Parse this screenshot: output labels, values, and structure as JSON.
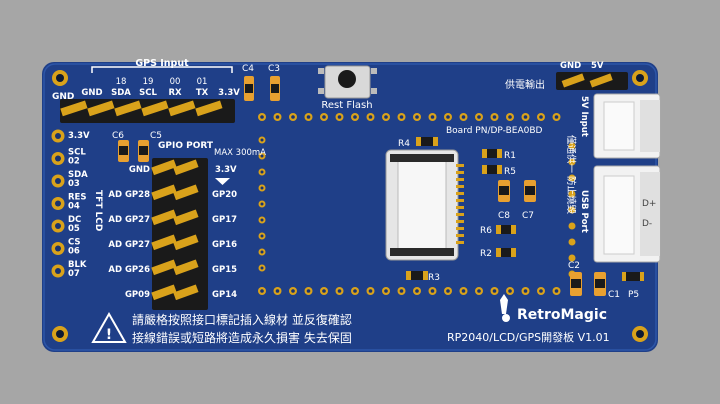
{
  "board": {
    "colors": {
      "background": "#a6a6a6",
      "pcb": "#1f3f88",
      "pcb_dark": "#183370",
      "silk": "#ffffff",
      "gold": "#d9a21b",
      "pin_black": "#1a1a1a",
      "connector_white": "#f2f2f2",
      "smd_orange": "#e8a030"
    },
    "brand": "RetroMagic",
    "title": "RP2040/LCD/GPS開發板 V1.01",
    "board_pn": "Board PN/DP-BEA0BD",
    "warning_line1": "請嚴格按照接口標記插入線材 並反復確認",
    "warning_line2": "接線錯誤或短路將造成永久損害 失去保固"
  },
  "gps": {
    "title": "GPS Input",
    "gnd_label": "GND",
    "pins": [
      {
        "num": "",
        "name": "GND"
      },
      {
        "num": "18",
        "name": "SDA"
      },
      {
        "num": "19",
        "name": "SCL"
      },
      {
        "num": "00",
        "name": "RX"
      },
      {
        "num": "01",
        "name": "TX"
      },
      {
        "num": "",
        "name": "3.3V"
      }
    ]
  },
  "caps_top": {
    "c4": "C4",
    "c3": "C3"
  },
  "button": {
    "label": "Rest Flash"
  },
  "power_out": {
    "title": "供電輸出",
    "gnd": "GND",
    "v5": "5V"
  },
  "tft": {
    "title": "TFT LCD",
    "pins": [
      "3.3V",
      "SCL\n02",
      "SDA\n03",
      "RES\n04",
      "DC\n05",
      "CS\n06",
      "BLK\n07"
    ]
  },
  "gpio": {
    "title": "GPIO PORT",
    "max": "MAX 300mA",
    "v33": "3.3V",
    "c6": "C6",
    "c5": "C5",
    "left": [
      "GND",
      "AD GP28",
      "AD GP27",
      "AD GP27",
      "AD GP26",
      "GP09"
    ],
    "right": [
      "GP20",
      "GP17",
      "GP16",
      "GP15",
      "GP14"
    ]
  },
  "parts": {
    "r1": "R1",
    "r2": "R2",
    "r3": "R3",
    "r4": "R4",
    "r5": "R5",
    "r6": "R6",
    "c1": "C1",
    "c2": "C2",
    "c7": "C7",
    "c8": "C8",
    "p5": "P5"
  },
  "inputs": {
    "v5_input": "5V Input",
    "v5_note": "僅通供一 防止燒毀",
    "usb_port": "USB Port",
    "dplus": "D+",
    "dminus": "D-"
  }
}
